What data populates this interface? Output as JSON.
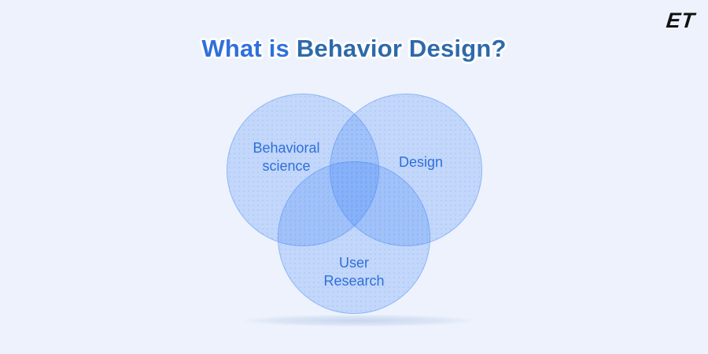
{
  "logo": {
    "text": "ET"
  },
  "title": {
    "highlight": "What is",
    "rest": "Behavior Design?",
    "full": "What is Behavior Design?"
  },
  "colors": {
    "background": "#edf2fc",
    "title_highlight": "#2f70dd",
    "title_rest": "#2e6aab",
    "label_text": "#2f6fd9",
    "circle_accent": "#3b82f6",
    "circle_single_fill": "#c6dcfa",
    "circle_double_overlap": "#a3c9f7",
    "circle_triple_overlap": "#88b7f3",
    "logo_text": "#111111"
  },
  "diagram": {
    "type": "venn",
    "title": "What is Behavior Design?",
    "sets": [
      {
        "name": "behavioral-science",
        "label": "Behavioral\nscience"
      },
      {
        "name": "design",
        "label": "Design"
      },
      {
        "name": "user-research",
        "label": "User\nResearch"
      }
    ]
  }
}
